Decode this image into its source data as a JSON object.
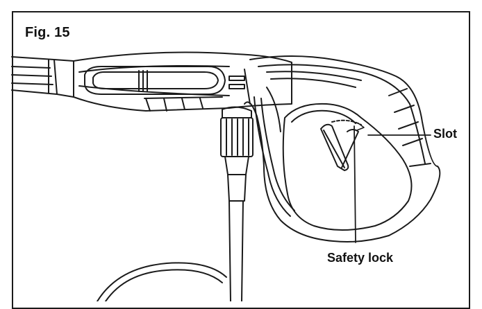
{
  "figure": {
    "title": "Fig. 15"
  },
  "callouts": {
    "slot": "Slot",
    "safety_lock": "Safety lock"
  },
  "colors": {
    "ink": "#1a1a1a",
    "background": "#ffffff"
  }
}
